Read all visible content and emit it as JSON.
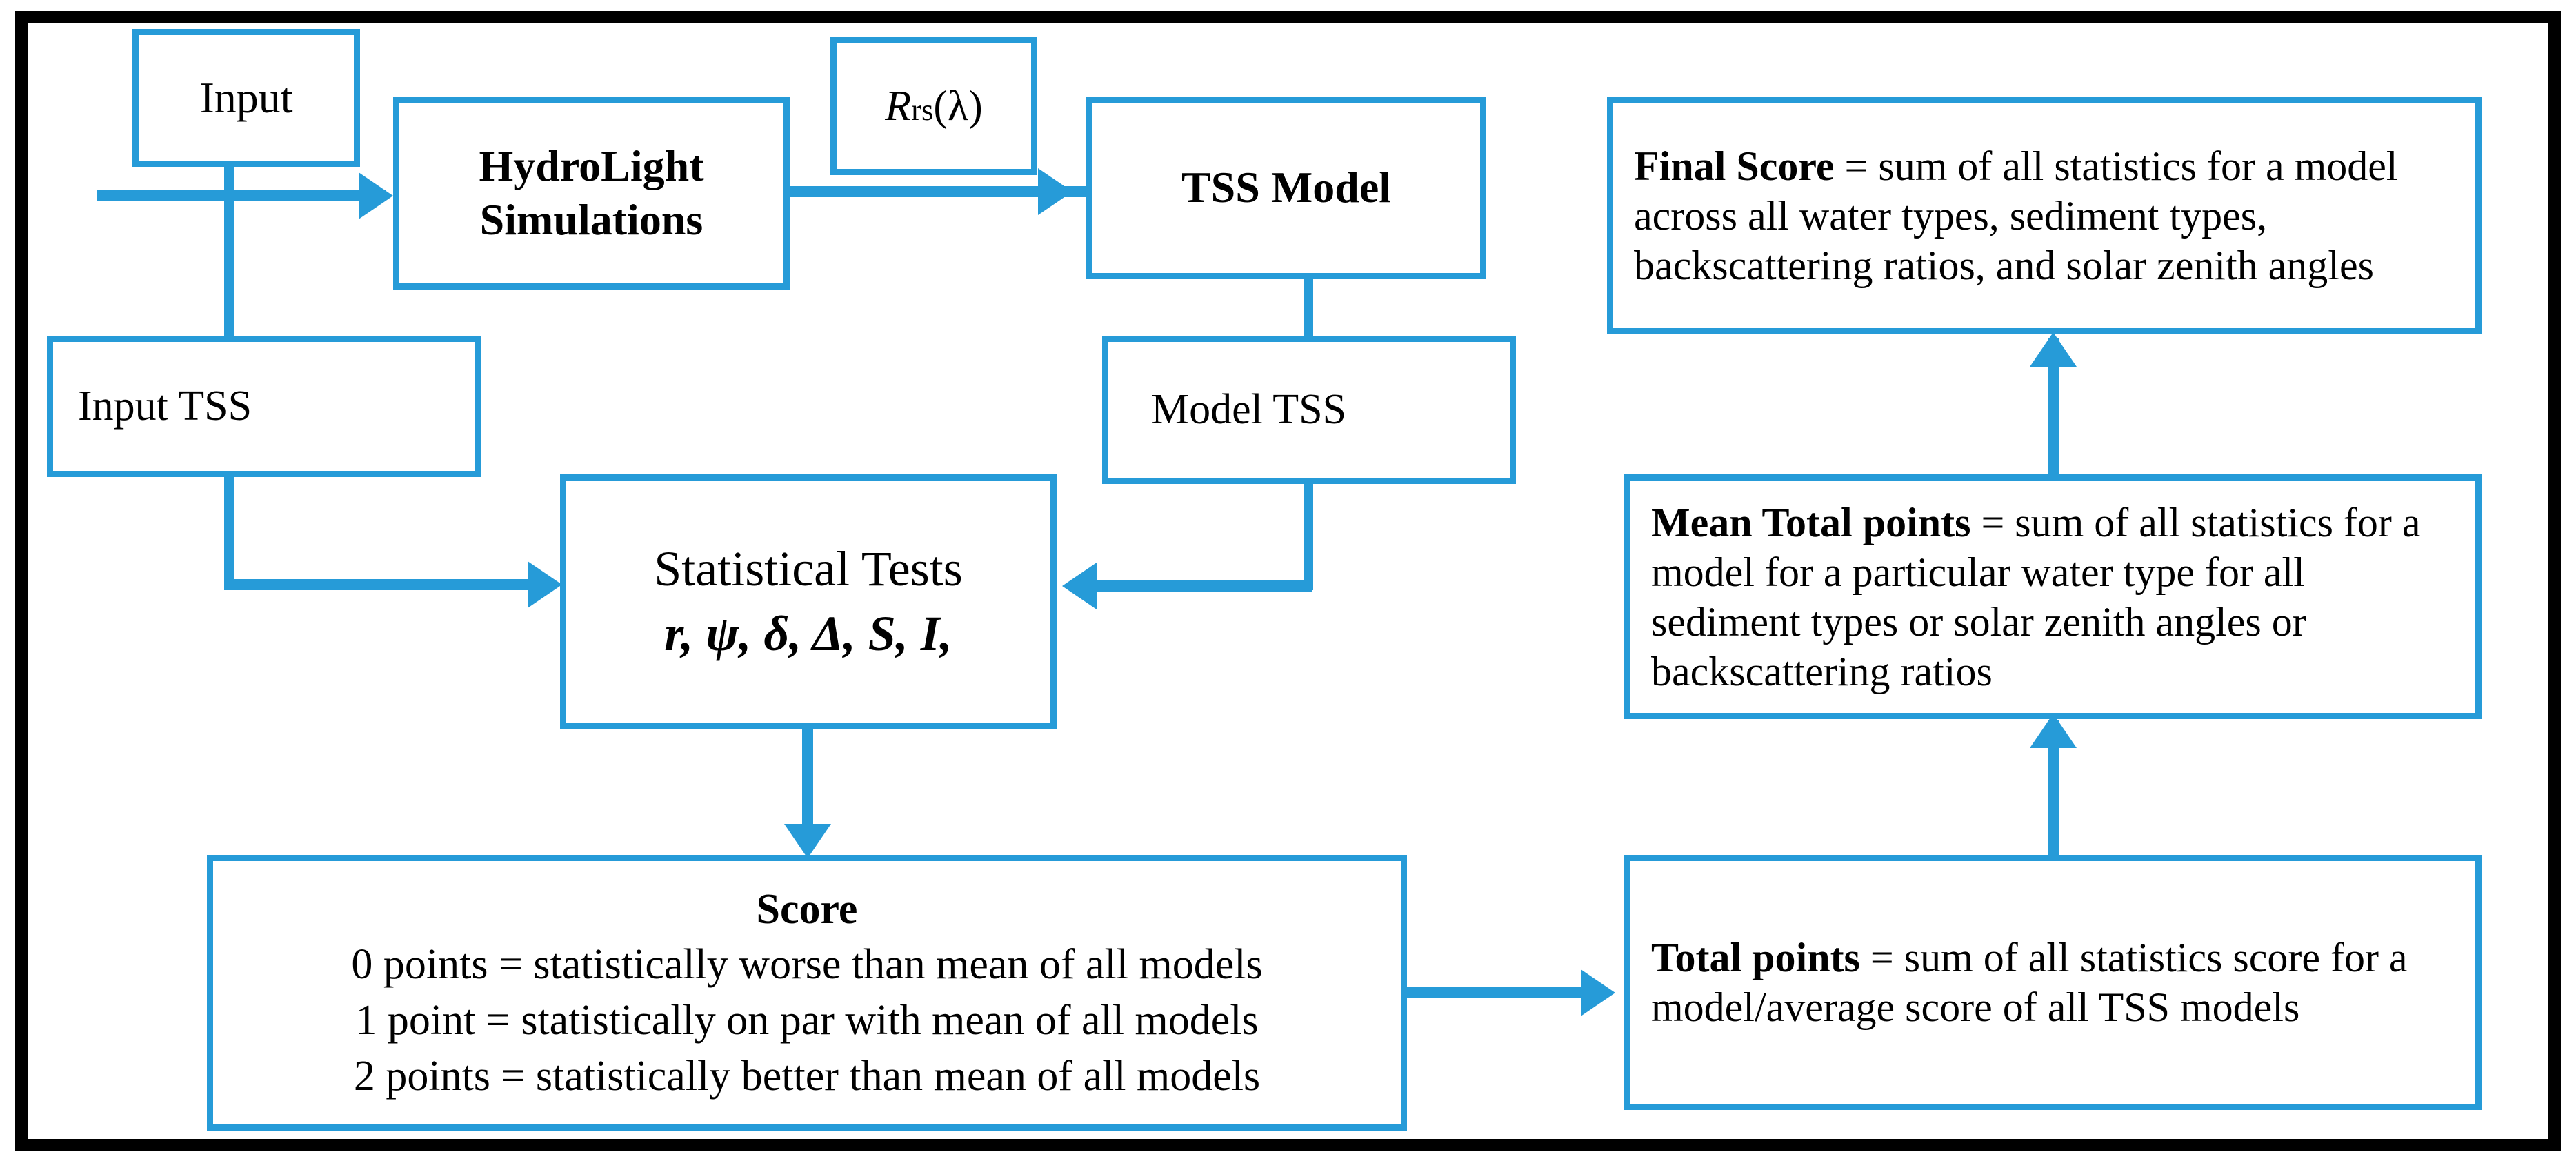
{
  "diagram": {
    "title": "TSS model evaluation workflow flowchart",
    "accent_color": "#269BD8",
    "frame_color": "#000000",
    "background": "#ffffff"
  },
  "nodes": {
    "input": {
      "label": "Input"
    },
    "hydrolight": {
      "line1": "HydroLight",
      "line2": "Simulations"
    },
    "rrs_label": {
      "symbol": "R",
      "subscript": "rs",
      "argument": "(λ)"
    },
    "tss_model": {
      "label": "TSS Model"
    },
    "input_tss": {
      "label": "Input TSS"
    },
    "model_tss": {
      "label": "Model TSS"
    },
    "statistical_tests": {
      "title": "Statistical Tests",
      "symbols": "r, ψ, δ, Δ, S, I,"
    },
    "score": {
      "title": "Score",
      "line_0": "0 points = statistically worse than mean of all models",
      "line_1": "1 point = statistically on par with mean of all models",
      "line_2": "2 points = statistically better than mean of all models"
    },
    "final_score": {
      "term": "Final Score",
      "definition": " = sum of all statistics for a model across all water types, sediment types, backscattering ratios, and solar zenith angles"
    },
    "mean_total_points": {
      "term": "Mean Total points",
      "definition": " = sum of all statistics for a model for a particular water type for all sediment types or solar zenith angles or backscattering ratios"
    },
    "total_points": {
      "term": "Total points",
      "definition": " = sum of all statistics score for a model/average score of all TSS models"
    }
  },
  "connectors": [
    {
      "name": "input-to-hydrolight",
      "from": "input",
      "to": "hydrolight",
      "direction": "right"
    },
    {
      "name": "input-to-inputtss",
      "from": "input",
      "to": "input_tss",
      "direction": "down"
    },
    {
      "name": "hydrolight-to-tssmodel",
      "from": "hydrolight",
      "to": "tss_model",
      "direction": "right",
      "label": "R_rs(λ)"
    },
    {
      "name": "tssmodel-to-modeltss",
      "from": "tss_model",
      "to": "model_tss",
      "direction": "down"
    },
    {
      "name": "inputtss-to-stattests",
      "from": "input_tss",
      "to": "statistical_tests",
      "direction": "right"
    },
    {
      "name": "modeltss-to-stattests",
      "from": "model_tss",
      "to": "statistical_tests",
      "direction": "left"
    },
    {
      "name": "stattests-to-score",
      "from": "statistical_tests",
      "to": "score",
      "direction": "down"
    },
    {
      "name": "score-to-totalpoints",
      "from": "score",
      "to": "total_points",
      "direction": "right"
    },
    {
      "name": "totalpoints-to-meantotal",
      "from": "total_points",
      "to": "mean_total_points",
      "direction": "up"
    },
    {
      "name": "meantotal-to-finalscore",
      "from": "mean_total_points",
      "to": "final_score",
      "direction": "up"
    }
  ]
}
